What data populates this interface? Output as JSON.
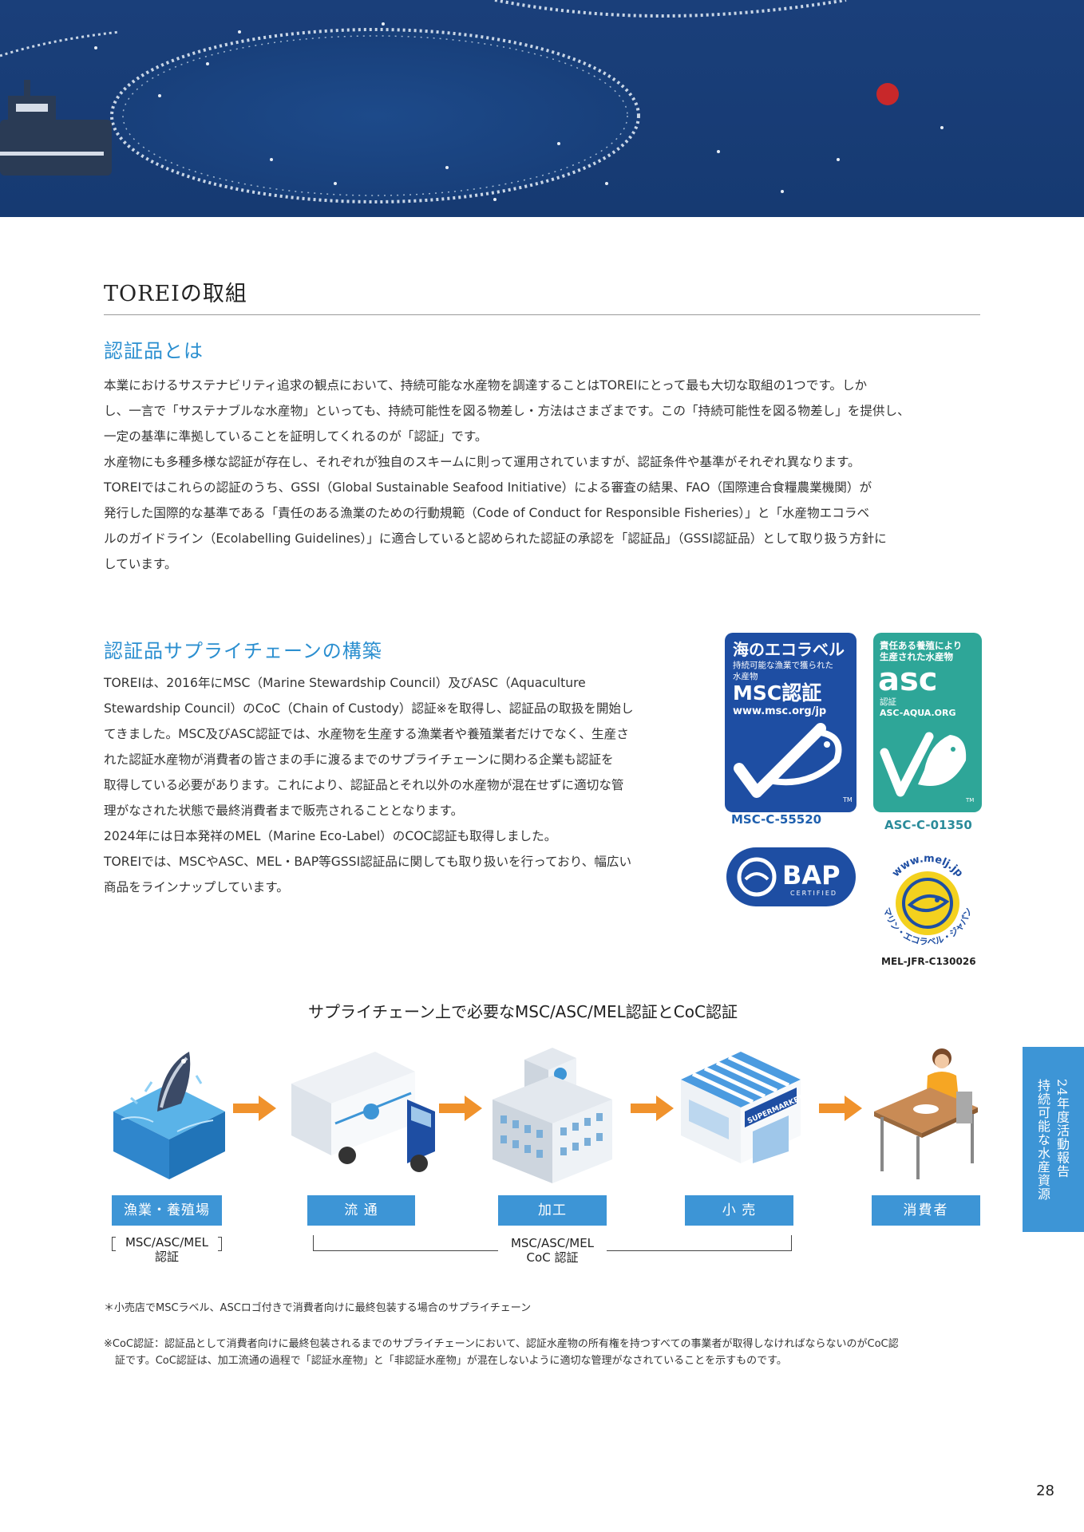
{
  "section_title": "TOREIの取組",
  "h_certified": "認証品とは",
  "para1": [
    "本業におけるサステナビリティ追求の観点において、持続可能な水産物を調達することはTOREIにとって最も大切な取組の1つです。しか",
    "し、一言で「サステナブルな水産物」といっても、持続可能性を図る物差し・方法はさまざまです。この「持続可能性を図る物差し」を提供し、",
    "一定の基準に準拠していることを証明してくれるのが「認証」です。",
    "水産物にも多種多様な認証が存在し、それぞれが独自のスキームに則って運用されていますが、認証条件や基準がそれぞれ異なります。",
    "TOREIではこれらの認証のうち、GSSI（Global Sustainable Seafood Initiative）による審査の結果、FAO（国際連合食糧農業機関）が",
    "発行した国際的な基準である「責任のある漁業のための行動規範（Code of Conduct for Responsible Fisheries）」と「水産物エコラベ",
    "ルのガイドライン（Ecolabelling Guidelines）」に適合していると認められた認証の承認を「認証品」（GSSI認証品）として取り扱う方針に",
    "しています。"
  ],
  "h_supply": "認証品サプライチェーンの構築",
  "para2": [
    "TOREIは、2016年にMSC（Marine Stewardship Council）及びASC（Aquaculture",
    "Stewardship Council）のCoC（Chain of Custody）認証※を取得し、認証品の取扱を開始し",
    "てきました。MSC及びASC認証では、水産物を生産する漁業者や養殖業者だけでなく、生産さ",
    "れた認証水産物が消費者の皆さまの手に渡るまでのサプライチェーンに関わる企業も認証を",
    "取得している必要があります。これにより、認証品とそれ以外の水産物が混在せずに適切な管",
    "理がなされた状態で最終消費者まで販売されることとなります。",
    "2024年には日本発祥のMEL（Marine Eco-Label）のCOC認証も取得しました。",
    "TOREIでは、MSCやASC、MEL・BAP等GSSI認証品に関しても取り扱いを行っており、幅広い",
    "商品をラインナップしています。"
  ],
  "logos": {
    "msc": {
      "line1": "海のエコラベル",
      "line2": "持続可能な漁業で獲られた",
      "line3": "水産物",
      "line4": "MSC認証",
      "line5": "www.msc.org/jp",
      "tm": "TM",
      "code": "MSC-C-55520"
    },
    "asc": {
      "line1": "責任ある養殖により",
      "line2": "生産された水産物",
      "brand": "asc",
      "line3": "認証",
      "line4": "ASC-AQUA.ORG",
      "tm": "TM",
      "code": "ASC-C-01350"
    },
    "bap": {
      "brand": "BAP",
      "sub": "CERTIFIED"
    },
    "mel": {
      "url": "www.melj.jp",
      "ring": "マリン・エコラベル・ジャパン",
      "code": "MEL-JFR-C130026"
    }
  },
  "chain": {
    "title": "サプライチェーン上で必要なMSC/ASC/MEL認証とCoC認証",
    "stages": [
      "漁業・養殖場",
      "流 通",
      "加工",
      "小 売",
      "消費者"
    ],
    "cert_first": [
      "MSC/ASC/MEL",
      "認証"
    ],
    "cert_coc": [
      "MSC/ASC/MEL",
      "CoC 認証"
    ],
    "supermarket_sign": "SUPERMARKET"
  },
  "notes": {
    "n1": "＊小売店でMSCラベル、ASCロゴ付きで消費者向けに最終包装する場合のサプライチェーン",
    "n2a": "※CoC認証：認証品として消費者向けに最終包装されるまでのサプライチェーンにおいて、認証水産物の所有権を持つすべての事業者が取得しなければならないのがCoC認",
    "n2b": "証です。CoC認証は、加工流通の過程で「認証水産物」と「非認証水産物」が混在しないように適切な管理がなされていることを示すものです。"
  },
  "side_tab": {
    "col1": "24年度活動報告",
    "col2": "持続可能な水産資源"
  },
  "page_number": "28",
  "colors": {
    "accent_blue": "#3d95d6",
    "heading_blue": "#2b8fd0",
    "msc_blue": "#1e4ea3",
    "asc_teal": "#2ea698",
    "arrow_orange": "#f0922c"
  }
}
